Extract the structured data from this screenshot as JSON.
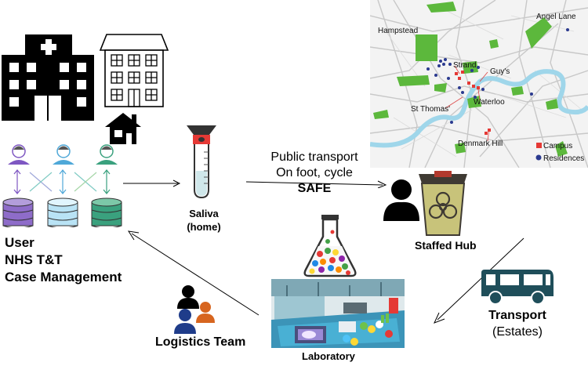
{
  "user_block": {
    "line1": "User",
    "line2": "NHS T&T",
    "line3": "Case Management"
  },
  "saliva": {
    "line1": "Saliva",
    "line2": "(home)"
  },
  "transport_modes": {
    "line1": "Public transport",
    "line2": "On foot, cycle",
    "line3": "SAFE"
  },
  "staffed_hub": {
    "label": "Staffed Hub"
  },
  "transport": {
    "line1": "Transport",
    "line2": "(Estates)"
  },
  "laboratory": {
    "label": "Laboratory"
  },
  "logistics": {
    "label": "Logistics Team"
  },
  "map": {
    "places": {
      "hampstead": "Hampstead",
      "angel_lane": "Angel Lane",
      "strand": "Strand",
      "guys": "Guy's",
      "st_thomas": "St Thomas'",
      "waterloo": "Waterloo",
      "denmark_hill": "Denmark Hill"
    },
    "legend": {
      "campus": "Campus",
      "residences": "Residences"
    },
    "colors": {
      "campus": "#e53935",
      "residences": "#2b3a8f",
      "park": "#5cb83c",
      "river": "#9fd6ea"
    }
  },
  "icons": {
    "hospital": "hospital-building-icon",
    "apartment": "apartment-building-icon",
    "house": "house-icon",
    "users": "person-icon",
    "databases": "database-icon",
    "test_tube": "saliva-test-tube-icon",
    "biohazard_bin": "biohazard-bin-icon",
    "bus": "bus-icon",
    "flask": "lab-flask-icon",
    "team": "team-people-icon"
  }
}
